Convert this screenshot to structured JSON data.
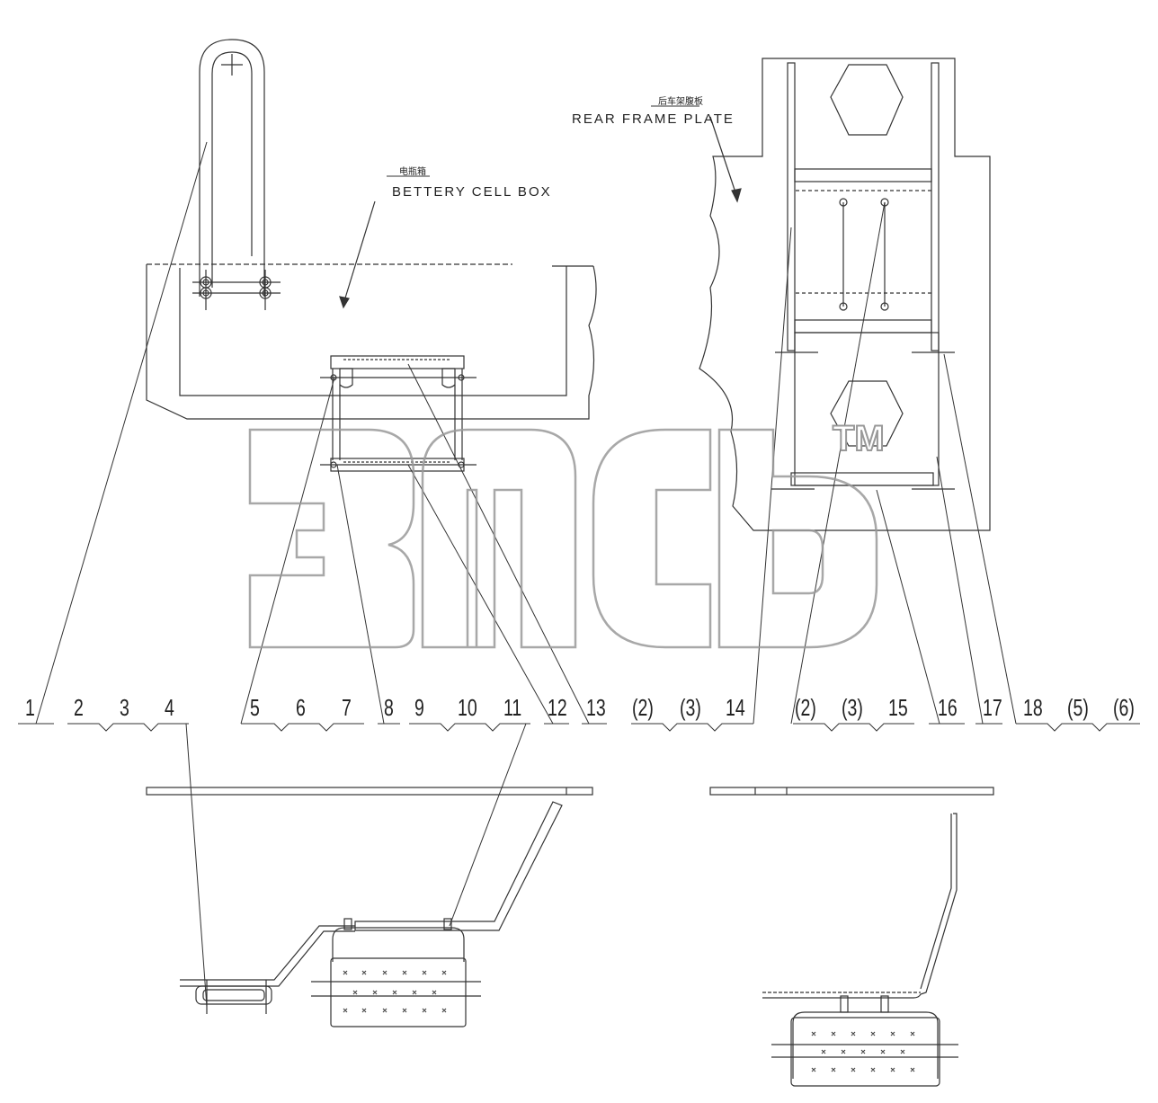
{
  "labels": {
    "battery_cn": "电瓶箱",
    "battery_en": "BETTERY CELL BOX",
    "rear_cn": "后车架腹板",
    "rear_en": "REAR FRAME PLATE"
  },
  "watermark": {
    "trademark": "TM"
  },
  "callouts": [
    "1",
    "2",
    "3",
    "4",
    "5",
    "6",
    "7",
    "8",
    "9",
    "10",
    "11",
    "12",
    "13",
    "(2)",
    "(3)",
    "14",
    "(2)",
    "(3)",
    "15",
    "16",
    "17",
    "18",
    "(5)",
    "(6)"
  ]
}
